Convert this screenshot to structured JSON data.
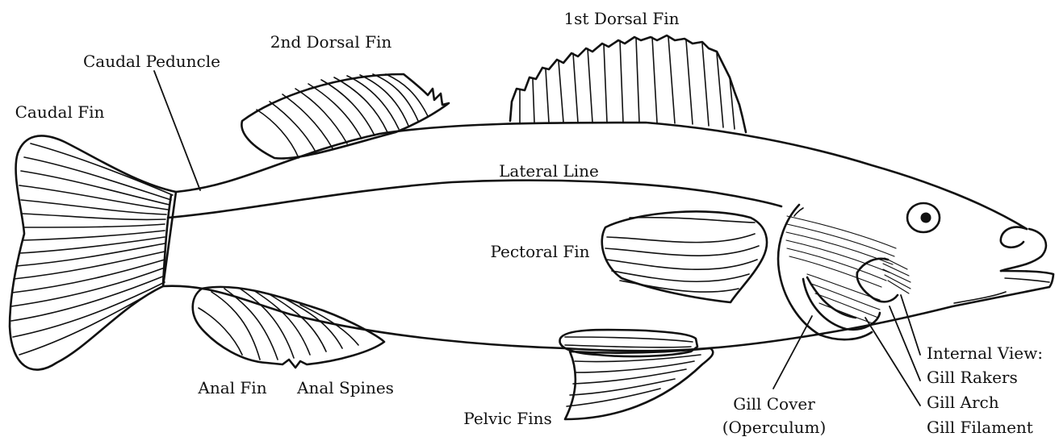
{
  "labels": {
    "first_dorsal_fin": "1st Dorsal Fin",
    "second_dorsal_fin": "2nd Dorsal Fin",
    "caudal_peduncle": "Caudal Peduncle",
    "caudal_fin": "Caudal Fin",
    "lateral_line": "Lateral Line",
    "pectoral_fin": "Pectoral Fin",
    "anal_fin": "Anal Fin",
    "anal_spines": "Anal Spines",
    "pelvic_fins": "Pelvic Fins",
    "gill_cover_line1": "Gill Cover",
    "gill_cover_line2": "(Operculum)",
    "internal_view": "Internal View:",
    "gill_rakers": "Gill Rakers",
    "gill_arch": "Gill Arch",
    "gill_filament": "Gill Filament"
  }
}
